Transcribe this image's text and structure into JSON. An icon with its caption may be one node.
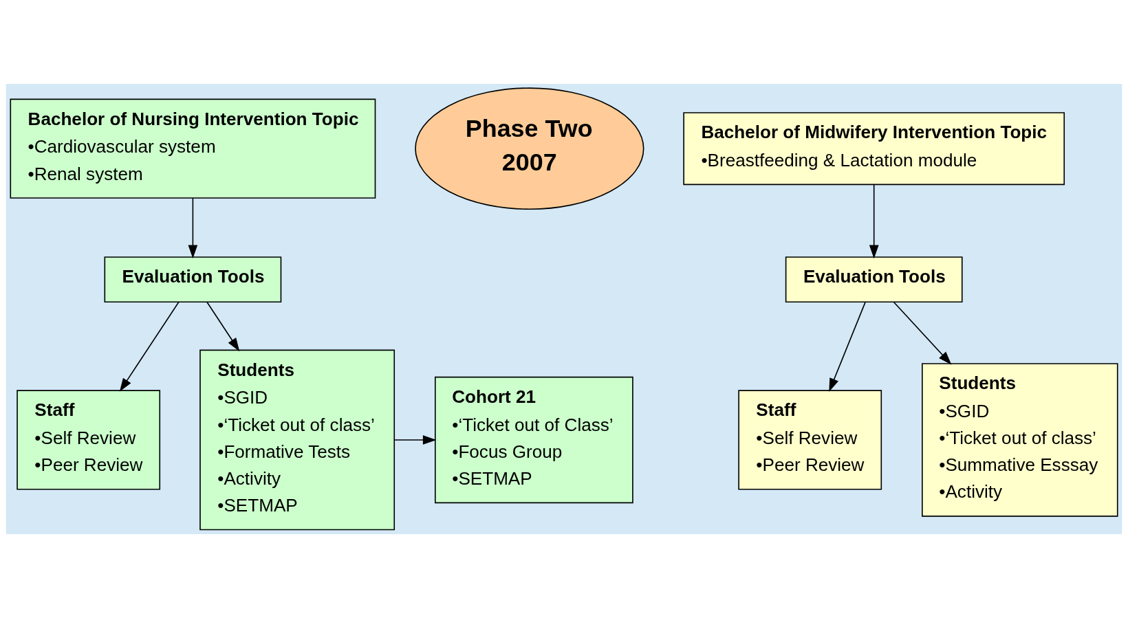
{
  "diagram": {
    "nodes": [
      {
        "text": [
          "Bachelor of Nursing Intervention Topic",
          "•Cardiovascular system",
          "•Renal system"
        ]
      },
      {
        "text": [
          "Phase Two",
          "2007"
        ]
      },
      {
        "text": [
          "Bachelor of Midwifery Intervention Topic",
          "•Breastfeeding & Lactation module"
        ]
      },
      {
        "text": [
          "Evaluation Tools"
        ]
      },
      {
        "text": [
          "Evaluation Tools"
        ]
      },
      {
        "text": [
          "Staff",
          "•Self Review",
          "•Peer Review"
        ]
      },
      {
        "text": [
          "Students",
          "•SGID",
          "•‘Ticket out of class’",
          "•Formative Tests",
          "•Activity",
          "•SETMAP"
        ]
      },
      {
        "text": [
          "Cohort 21",
          "•‘Ticket out of Class’",
          "•Focus Group",
          "•SETMAP"
        ]
      },
      {
        "text": [
          "Staff",
          "•Self Review",
          "•Peer Review"
        ]
      },
      {
        "text": [
          "Students",
          "•SGID",
          "•‘Ticket out of class’",
          "•Summative Esssay",
          "•Activity"
        ]
      }
    ],
    "edges": [
      {
        "from": 0,
        "to": 3,
        "arrow": "to"
      },
      {
        "from": 3,
        "to": 5,
        "arrow": "to"
      },
      {
        "from": 3,
        "to": 6,
        "arrow": "to"
      },
      {
        "from": 6,
        "to": 7,
        "arrow": "to"
      },
      {
        "from": 2,
        "to": 4,
        "arrow": "to"
      },
      {
        "from": 4,
        "to": 8,
        "arrow": "to"
      },
      {
        "from": 4,
        "to": 9,
        "arrow": "to"
      }
    ]
  }
}
